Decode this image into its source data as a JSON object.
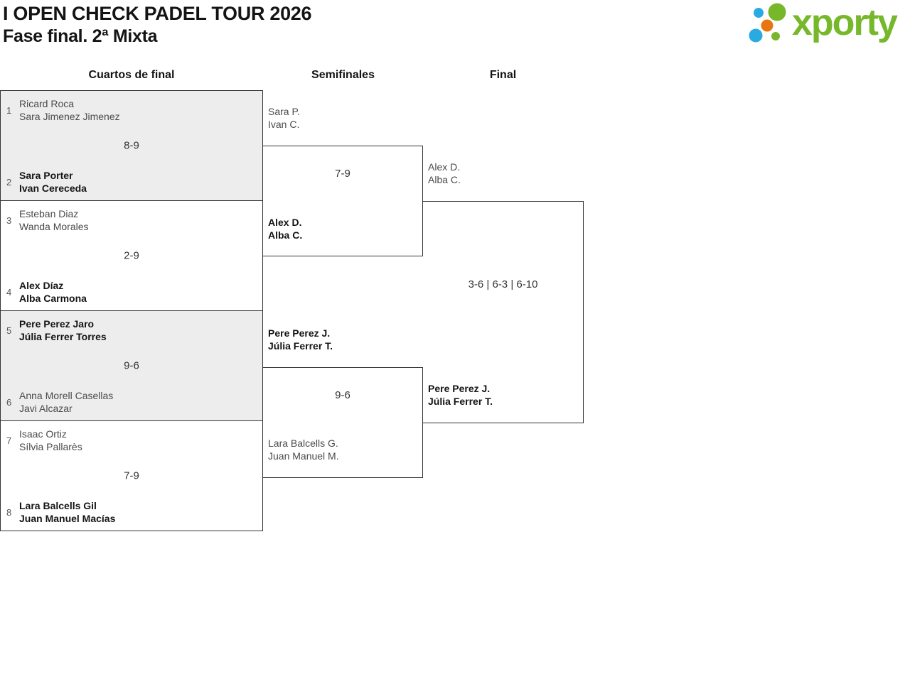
{
  "colors": {
    "brand_green": "#76b82a",
    "brand_blue": "#29abe2",
    "brand_orange": "#e87511",
    "bracket_line": "#333333",
    "shaded_match_bg": "#ededed"
  },
  "header": {
    "title_line1": "I OPEN CHECK PADEL TOUR 2026",
    "title_line2": "Fase final. 2ª Mixta",
    "logo_text": "xporty"
  },
  "round_headers": {
    "quarterfinals": "Cuartos de final",
    "semifinals": "Semifinales",
    "final": "Final"
  },
  "bracket": {
    "quarterfinals": [
      {
        "seed1": "1",
        "team1_line1": "Ricard Roca",
        "team1_line2": "Sara Jimenez Jimenez",
        "team1_class": "loser",
        "score": "8-9",
        "seed2": "2",
        "team2_line1": "Sara Porter",
        "team2_line2": "Ivan Cereceda",
        "team2_class": "winner"
      },
      {
        "seed1": "3",
        "team1_line1": "Esteban Diaz",
        "team1_line2": "Wanda Morales",
        "team1_class": "loser",
        "score": "2-9",
        "seed2": "4",
        "team2_line1": "Alex Díaz",
        "team2_line2": "Alba Carmona",
        "team2_class": "winner"
      },
      {
        "seed1": "5",
        "team1_line1": "Pere Perez Jaro",
        "team1_line2": "Júlia Ferrer Torres",
        "team1_class": "winner",
        "score": "9-6",
        "seed2": "6",
        "team2_line1": "Anna Morell Casellas",
        "team2_line2": "Javi Alcazar",
        "team2_class": "loser"
      },
      {
        "seed1": "7",
        "team1_line1": "Isaac Ortiz",
        "team1_line2": "Sílvia Pallarès",
        "team1_class": "loser",
        "score": "7-9",
        "seed2": "8",
        "team2_line1": "Lara Balcells Gil",
        "team2_line2": "Juan Manuel Macías",
        "team2_class": "winner"
      }
    ],
    "semifinals": [
      {
        "team1_line1": "Sara P.",
        "team1_line2": "Ivan C.",
        "team1_class": "loser",
        "score": "7-9",
        "team2_line1": "Alex D.",
        "team2_line2": "Alba C.",
        "team2_class": "winner"
      },
      {
        "team1_line1": "Pere Perez J.",
        "team1_line2": "Júlia Ferrer T.",
        "team1_class": "winner",
        "score": "9-6",
        "team2_line1": "Lara Balcells G.",
        "team2_line2": "Juan Manuel M.",
        "team2_class": "loser"
      }
    ],
    "final": {
      "team1_line1": "Alex D.",
      "team1_line2": "Alba C.",
      "team1_class": "loser",
      "score": "3-6 | 6-3 | 6-10",
      "team2_line1": "Pere Perez J.",
      "team2_line2": "Júlia Ferrer T.",
      "team2_class": "winner"
    }
  }
}
